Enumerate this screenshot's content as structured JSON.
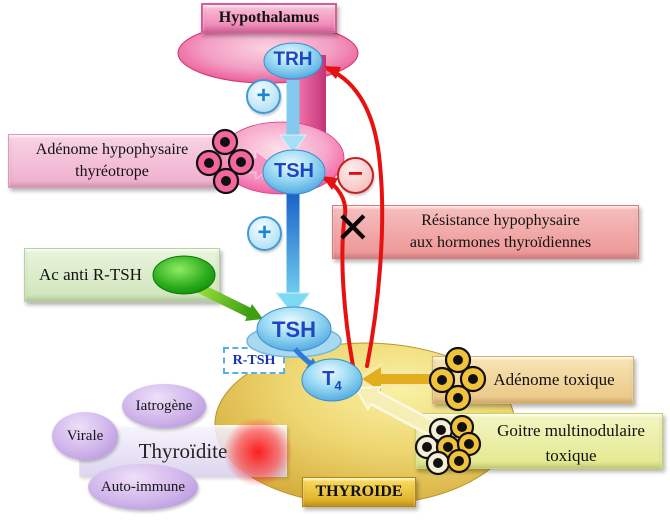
{
  "nodes": {
    "hypothalamus": "Hypothalamus",
    "trh": "TRH",
    "tsh": "TSH",
    "t4": {
      "base": "T",
      "sub": "4"
    },
    "receptor_label": "R-TSH",
    "thyroid": "THYROIDE"
  },
  "pathologies": {
    "pituitary_adenoma": {
      "line1": "Adénome hypophysaire",
      "line2": "thyréotrope"
    },
    "resistance": {
      "line1": "Résistance hypophysaire",
      "line2": "aux hormones thyroïdiennes"
    },
    "ac_anti_rtsh": "Ac anti R-TSH",
    "toxic_adenoma": "Adénome toxique",
    "toxic_goiter": {
      "line1": "Goitre multinodulaire",
      "line2": "toxique"
    },
    "thyroiditis": {
      "label": "Thyroïdite",
      "causes": [
        "Iatrogène",
        "Virale",
        "Auto-immune"
      ]
    }
  },
  "signs": {
    "plus": "+",
    "minus": "−",
    "cross": "×"
  },
  "colors": {
    "hypothalamus_pink": "#ec4f8e",
    "pituitary_pink": "#ee4d98",
    "hormone_blue": "#45a2e0",
    "hormone_text_blue": "#1c47c2",
    "feedback_red": "#e61212",
    "stimulation_green": "#16a012",
    "thyroid_gold": "#cfa22e",
    "thyroiditis_purple": "#ab8ad6",
    "resistance_salmon": "#ee9494"
  }
}
